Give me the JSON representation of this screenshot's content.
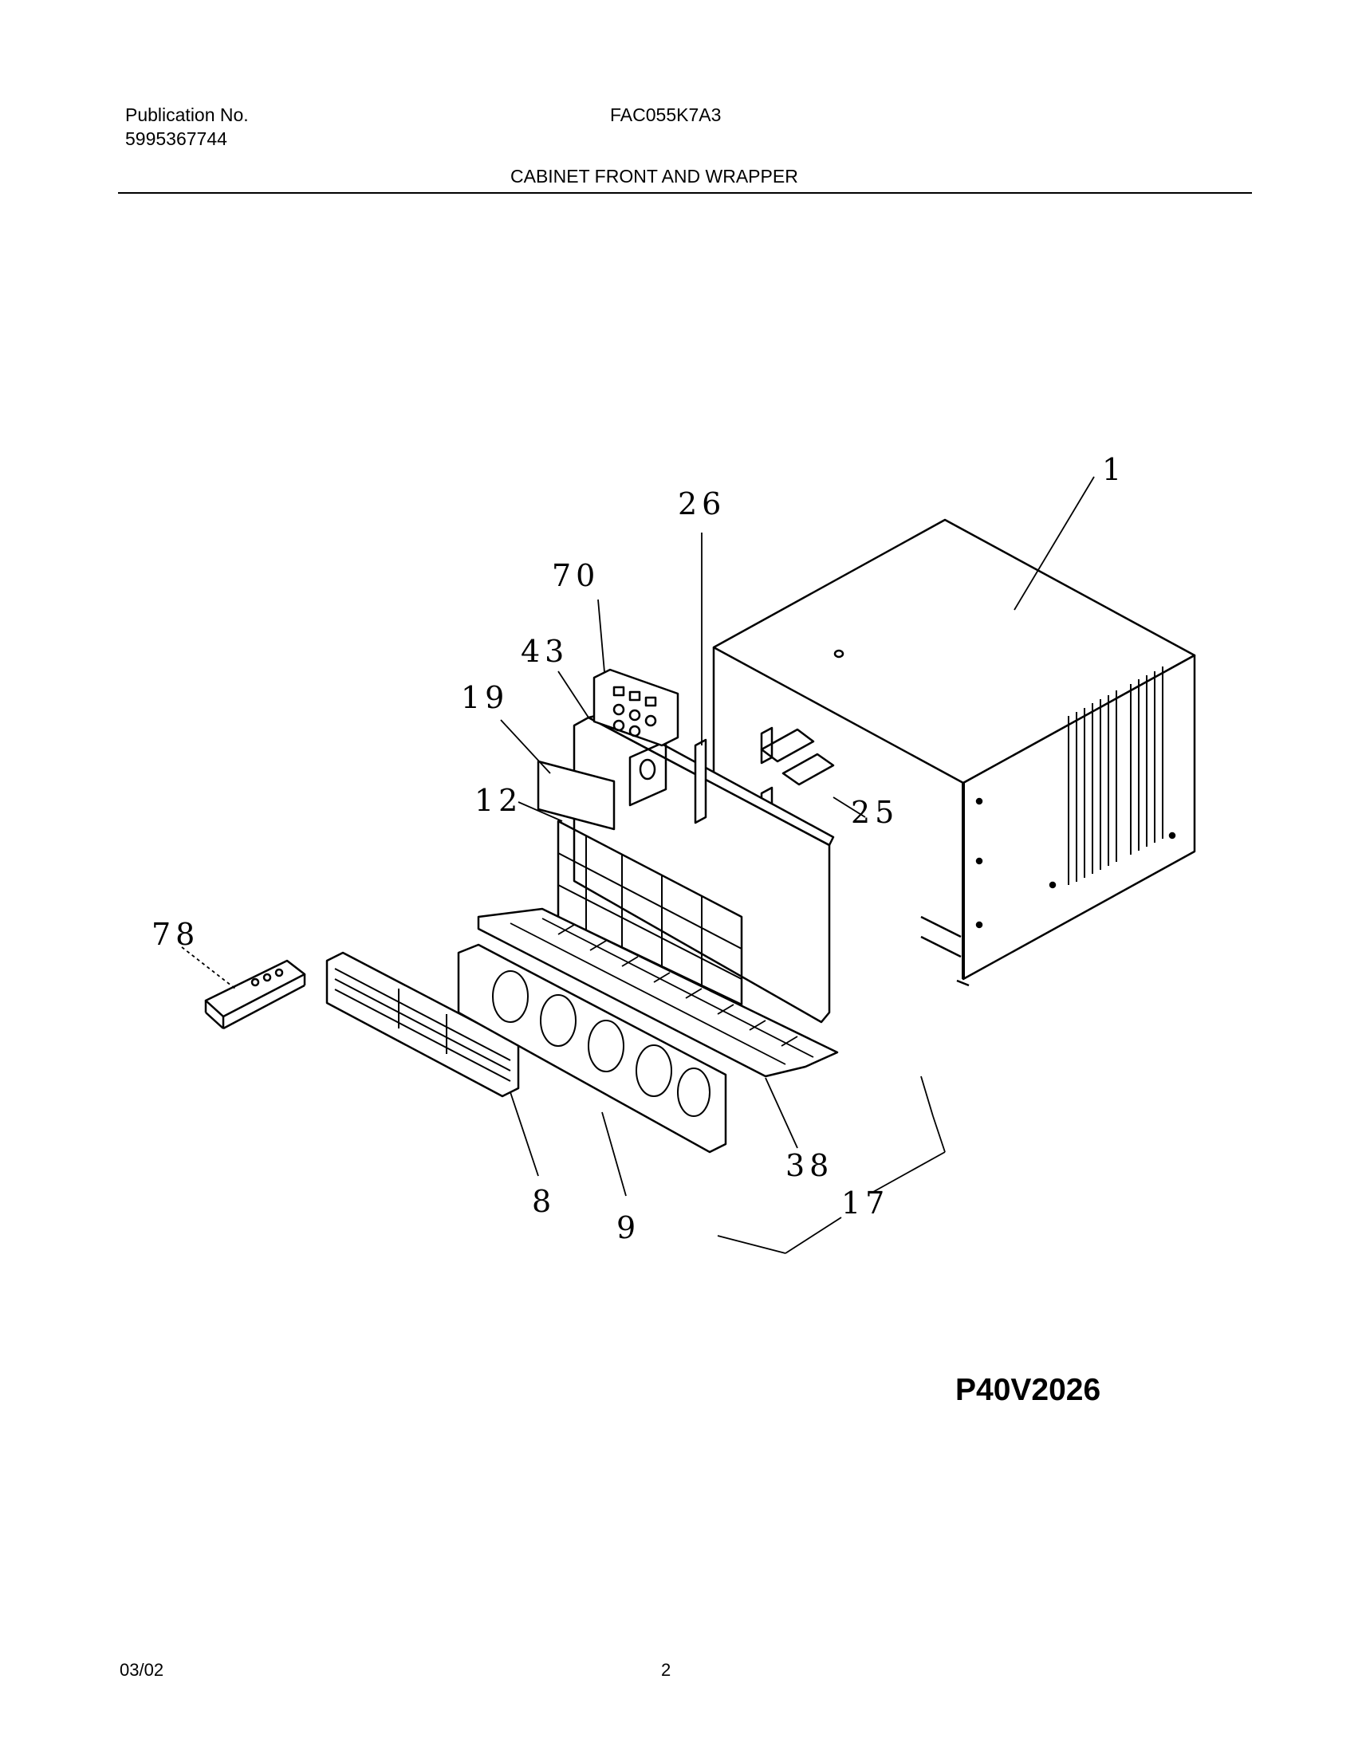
{
  "header": {
    "publication_label": "Publication No.",
    "publication_number": "5995367744",
    "model": "FAC055K7A3",
    "section_title": "CABINET FRONT AND WRAPPER"
  },
  "callouts": {
    "wrapper": "1",
    "cabinet_front": "43",
    "control_panel": "70",
    "bracket_26": "26",
    "bracket_25": "25",
    "label": "19",
    "filter": "12",
    "remote": "78",
    "louver_grille": "8",
    "louver_assembly": "9",
    "front_bottom": "38",
    "assembly": "17"
  },
  "drawing_code": "P40V2026",
  "footer": {
    "date": "03/02",
    "page": "2"
  }
}
